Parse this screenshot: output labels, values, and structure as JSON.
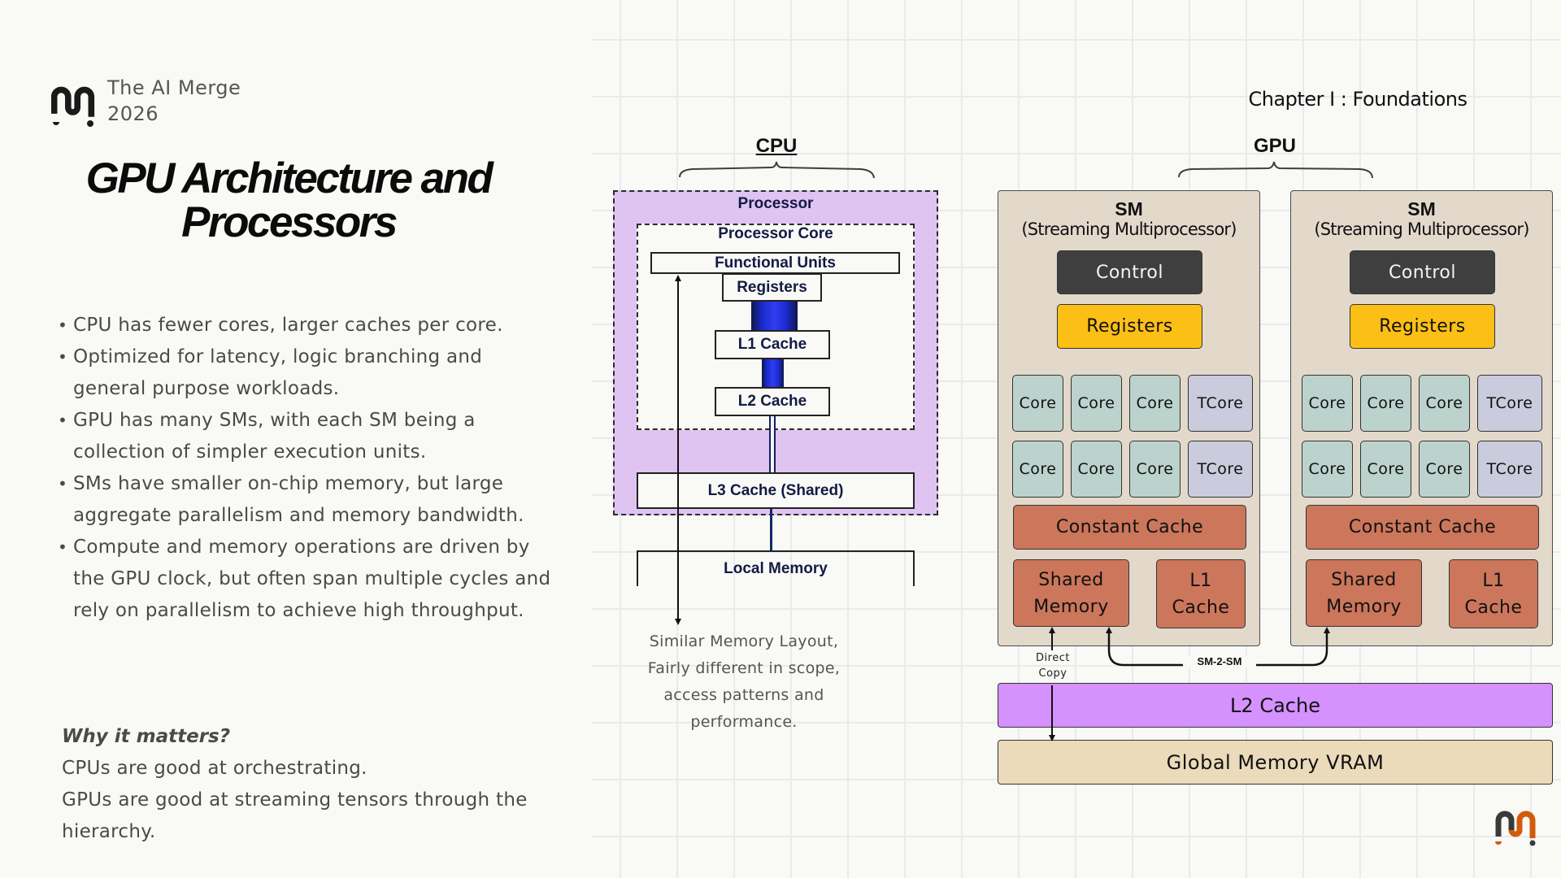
{
  "brand": {
    "name": "The AI Merge",
    "year": "2026",
    "logo_icon": "ai-merge-logo-icon",
    "colors": {
      "dark": "#1a1a1a",
      "accent": "#d35a0c"
    }
  },
  "title": {
    "line1": "GPU Architecture and",
    "line2": "Processors"
  },
  "bullets": [
    "CPU has fewer cores, larger caches per core.",
    "Optimized for latency, logic branching and general purpose workloads.",
    "GPU has many SMs, with each SM being a collection of simpler execution units.",
    "SMs have smaller on-chip memory, but large aggregate parallelism and memory bandwidth.",
    "Compute and memory operations are driven by the GPU clock, but often span multiple cycles and rely on parallelism to achieve high throughput."
  ],
  "why": {
    "heading": "Why it matters?",
    "lines": [
      "CPUs are good at orchestrating.",
      "GPUs are good at streaming tensors through the hierarchy."
    ]
  },
  "chapter": "Chapter I : Foundations",
  "cpu": {
    "label": "CPU",
    "processor": "Processor",
    "processor_core": "Processor Core",
    "functional_units": "Functional Units",
    "registers": "Registers",
    "l1": "L1 Cache",
    "l2": "L2 Cache",
    "l3": "L3 Cache (Shared)",
    "local_memory": "Local Memory",
    "note": [
      "Similar Memory Layout,",
      "Fairly different in scope,",
      "access patterns and",
      "performance."
    ],
    "colors": {
      "processor_fill": "#dfc4f2",
      "bus": "#1b2bd0"
    }
  },
  "gpu": {
    "label": "GPU",
    "sms": [
      {
        "title": "SM",
        "subtitle": "(Streaming Multiprocessor)",
        "control": "Control",
        "registers": "Registers",
        "core_rows": [
          [
            "Core",
            "Core",
            "Core",
            "TCore"
          ],
          [
            "Core",
            "Core",
            "Core",
            "TCore"
          ]
        ],
        "constant_cache": "Constant Cache",
        "shared_memory": [
          "Shared",
          "Memory"
        ],
        "l1_cache": [
          "L1",
          "Cache"
        ]
      },
      {
        "title": "SM",
        "subtitle": "(Streaming Multiprocessor)",
        "control": "Control",
        "registers": "Registers",
        "core_rows": [
          [
            "Core",
            "Core",
            "Core",
            "TCore"
          ],
          [
            "Core",
            "Core",
            "Core",
            "TCore"
          ]
        ],
        "constant_cache": "Constant Cache",
        "shared_memory": [
          "Shared",
          "Memory"
        ],
        "l1_cache": [
          "L1",
          "Cache"
        ]
      }
    ],
    "direct_copy": [
      "Direct",
      "Copy"
    ],
    "sm_to_sm": "SM-2-SM",
    "l2_cache": "L2 Cache",
    "global_memory": "Global Memory VRAM",
    "colors": {
      "sm_fill": "#e3d9cb",
      "control": "#3f3f3f",
      "registers": "#fcbf16",
      "core": "#bcd2cc",
      "tcore": "#cacbdc",
      "cache": "#cc765b",
      "l2": "#d591fd",
      "global": "#ebdbbb"
    }
  }
}
